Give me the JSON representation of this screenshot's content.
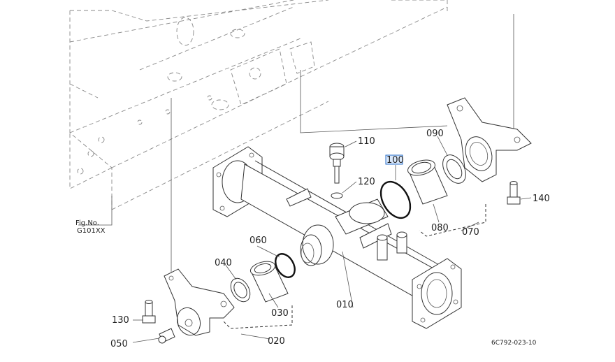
{
  "labels": {
    "p010": "010",
    "p020": "020",
    "p030": "030",
    "p040": "040",
    "p050": "050",
    "p060": "060",
    "p070": "070",
    "p080": "080",
    "p090": "090",
    "p100": "100",
    "p110": "110",
    "p120": "120",
    "p130": "130",
    "p140": "140"
  },
  "figref": {
    "line1": "Fig.No.",
    "line2": "G101XX"
  },
  "drawing_code": "6C792-023-10",
  "highlight_color": "#2a6fc9"
}
